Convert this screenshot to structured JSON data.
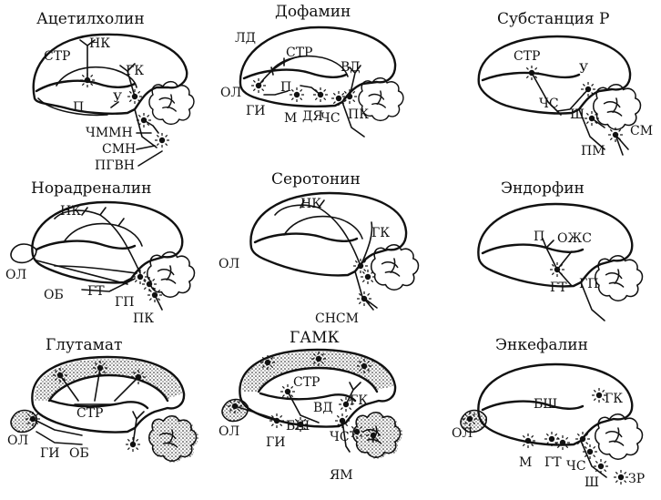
{
  "panels": [
    {
      "title": "Ацетилхолин",
      "labels": [
        "НК",
        "СТР",
        "ГК",
        "У",
        "П",
        "ЧММН",
        "СМН",
        "ПГВН"
      ]
    },
    {
      "title": "Дофамин",
      "labels": [
        "ЛД",
        "СТР",
        "ВД",
        "ОЛ",
        "П",
        "ГИ",
        "М",
        "ДЯ",
        "ЧС",
        "ПК"
      ]
    },
    {
      "title": "Субстанция Р",
      "labels": [
        "СТР",
        "У",
        "ЧС",
        "Ш",
        "СМ",
        "ПМ"
      ]
    },
    {
      "title": "Норадреналин",
      "labels": [
        "НК",
        "ОЛ",
        "ОБ",
        "ГТ",
        "ГП",
        "ПК"
      ]
    },
    {
      "title": "Серотонин",
      "labels": [
        "НК",
        "ГК",
        "ОЛ",
        "СНСМ"
      ]
    },
    {
      "title": "Эндорфин",
      "labels": [
        "П",
        "ОЖС",
        "ГТ",
        "ГП"
      ]
    },
    {
      "title": "Глутамат",
      "labels": [
        "СТР",
        "ОЛ",
        "ГИ",
        "ОБ"
      ]
    },
    {
      "title": "ГАМК",
      "labels": [
        "СТР",
        "ВД",
        "ГК",
        "БШ",
        "ОЛ",
        "ГИ",
        "ЧС",
        "ЯМ"
      ]
    },
    {
      "title": "Энкефалин",
      "labels": [
        "ГК",
        "БШ",
        "ОЛ",
        "М",
        "ГТ",
        "ЧС",
        "Ш",
        "ЗР"
      ]
    }
  ]
}
